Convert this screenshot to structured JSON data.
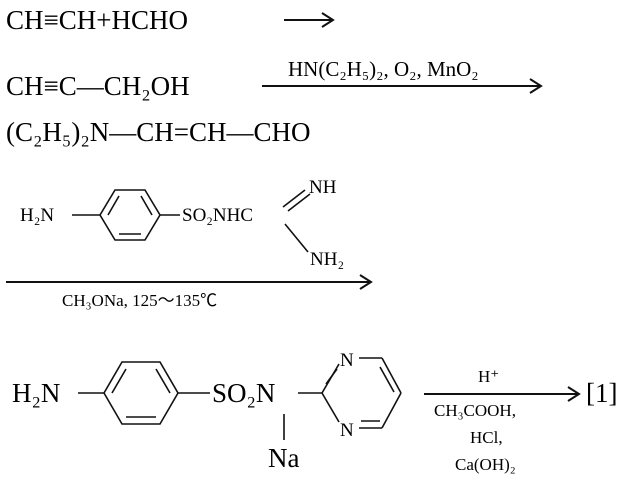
{
  "colors": {
    "ink": "#111111",
    "background": "#ffffff"
  },
  "step1": {
    "reaction": "CH≡CH+HCHO"
  },
  "step2": {
    "reactant": "CH≡C—CH₂OH",
    "reagents": "HN(C₂H₅)₂, O₂, MnO₂",
    "product": "(C₂H₅)₂N—CH=CH—CHO"
  },
  "step3": {
    "left_group": "H₂N",
    "right_group": "SO₂NHC",
    "imine": "NH",
    "amine": "NH₂",
    "conditions": "CH₃ONa, 125～135℃"
  },
  "step4": {
    "left_group": "H₂N",
    "sulfonyl": "SO₂N",
    "ring_n_top": "N",
    "ring_n_bottom": "N",
    "counterion": "Na",
    "reagent_above": "H⁺",
    "reagents_below": [
      "CH₃COOH,",
      "HCl,",
      "Ca(OH)₂"
    ],
    "product_label": "[1]"
  }
}
